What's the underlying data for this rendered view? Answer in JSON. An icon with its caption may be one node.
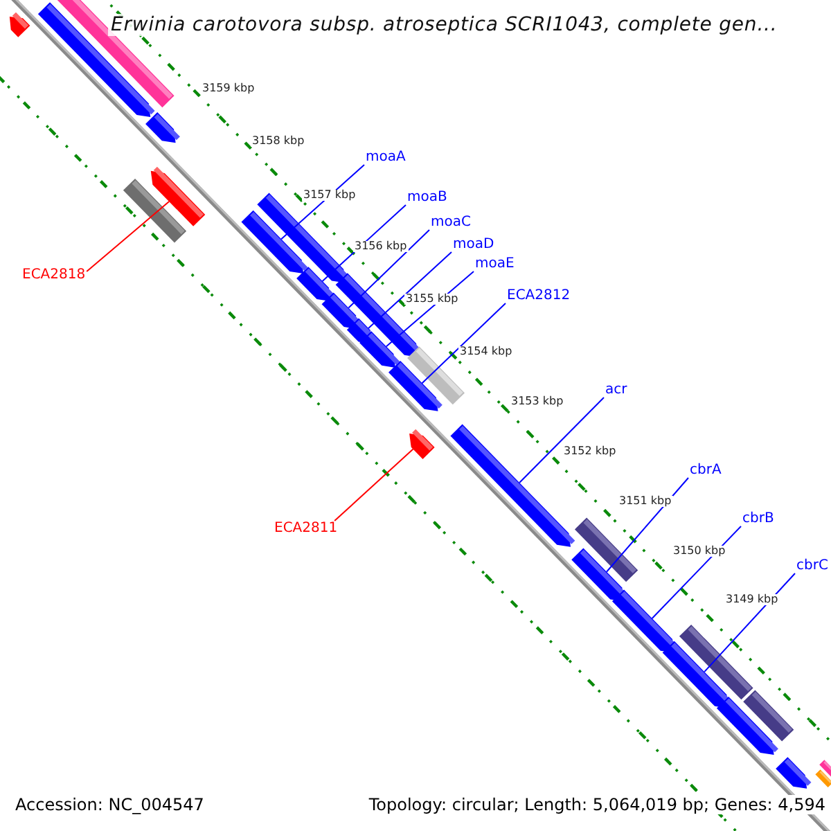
{
  "diagram": {
    "title": "Erwinia carotovora subsp. atroseptica SCRI1043, complete gen...",
    "nodes": [
      {
        "text": [
          "moaA"
        ]
      },
      {
        "text": [
          "moaB"
        ]
      },
      {
        "text": [
          "moaC"
        ]
      },
      {
        "text": [
          "moaD"
        ]
      },
      {
        "text": [
          "moaE"
        ]
      },
      {
        "text": [
          "ECA2818"
        ]
      },
      {
        "text": [
          "ECA2812"
        ]
      },
      {
        "text": [
          "acr"
        ]
      },
      {
        "text": [
          "cbrA"
        ]
      },
      {
        "text": [
          "cbrB"
        ]
      },
      {
        "text": [
          "ECA2811"
        ]
      },
      {
        "text": [
          "cbrC"
        ]
      },
      {
        "text": [],
        "shape": "bar"
      },
      {
        "text": [],
        "shape": "bar"
      },
      {
        "text": [],
        "shape": "bar"
      },
      {
        "text": [],
        "shape": "bar"
      },
      {
        "text": [],
        "shape": "bar"
      },
      {
        "text": [],
        "shape": "bar"
      },
      {
        "text": [],
        "shape": "bar"
      },
      {
        "text": [],
        "shape": "bar"
      },
      {
        "text": [],
        "shape": "bar"
      },
      {
        "text": [],
        "shape": "bar"
      },
      {
        "text": [],
        "shape": "bar"
      },
      {
        "text": [],
        "shape": "bar"
      },
      {
        "text": [],
        "shape": "bar"
      },
      {
        "text": [],
        "shape": "bar"
      },
      {
        "text": [],
        "shape": "bar"
      },
      {
        "text": [],
        "shape": "bar"
      },
      {
        "text": [],
        "shape": "bar"
      },
      {
        "text": [],
        "shape": "bar"
      },
      {
        "text": [],
        "shape": "bar"
      },
      {
        "text": [],
        "shape": "bar"
      },
      {
        "text": [],
        "shape": "bar"
      },
      {
        "text": [],
        "shape": "bar"
      },
      {
        "text": [],
        "shape": "bar"
      },
      {
        "text": [],
        "shape": "bar"
      },
      {
        "text": [],
        "shape": "bar"
      },
      {
        "text": [],
        "shape": "bar"
      },
      {
        "text": [],
        "shape": "bar"
      }
    ],
    "edges": [
      {
        "from": 0,
        "to": 12,
        "arrow": "none"
      },
      {
        "from": 1,
        "to": 13,
        "arrow": "none"
      },
      {
        "from": 2,
        "to": 14,
        "arrow": "none"
      },
      {
        "from": 3,
        "to": 15,
        "arrow": "none"
      },
      {
        "from": 4,
        "to": 16,
        "arrow": "none"
      },
      {
        "from": 5,
        "to": 17,
        "arrow": "none",
        "color": "#ff0000"
      },
      {
        "from": 6,
        "to": 18,
        "arrow": "none"
      },
      {
        "from": 7,
        "to": 19,
        "arrow": "none"
      },
      {
        "from": 8,
        "to": 20,
        "arrow": "none"
      },
      {
        "from": 9,
        "to": 21,
        "arrow": "none"
      },
      {
        "from": 10,
        "to": 22,
        "arrow": "none",
        "color": "#ff0000"
      },
      {
        "from": 11,
        "to": 23,
        "arrow": "none"
      }
    ],
    "labels": [
      "3159 kbp",
      "3158 kbp",
      "3157 kbp",
      "3156 kbp",
      "3155 kbp",
      "3154 kbp",
      "3153 kbp",
      "3152 kbp",
      "3151 kbp",
      "3150 kbp",
      "3149 kbp",
      "Accession: NC_004547",
      "Topology: circular; Length: 5,064,019 bp; Genes: 4,594"
    ]
  }
}
